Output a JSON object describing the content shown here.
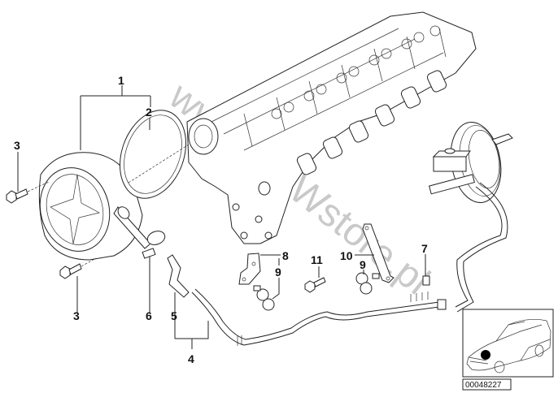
{
  "diagram": {
    "title": "Vacuum pump / vacuum line parts diagram",
    "watermark": "www.BMWstore.pl",
    "diagram_number": "00048227",
    "callouts": [
      {
        "id": "1",
        "label": "1",
        "part": "vacuum pump"
      },
      {
        "id": "2",
        "label": "2",
        "part": "O-ring"
      },
      {
        "id": "3a",
        "label": "3",
        "part": "bolt (upper)"
      },
      {
        "id": "3b",
        "label": "3",
        "part": "bolt (lower)"
      },
      {
        "id": "4",
        "label": "4",
        "part": "vacuum line assembly"
      },
      {
        "id": "5",
        "label": "5",
        "part": "hose elbow"
      },
      {
        "id": "6",
        "label": "6",
        "part": "hose clamp"
      },
      {
        "id": "7",
        "label": "7",
        "part": "cap"
      },
      {
        "id": "8",
        "label": "8",
        "part": "bracket"
      },
      {
        "id": "9a",
        "label": "9",
        "part": "hose clip"
      },
      {
        "id": "9b",
        "label": "9",
        "part": "hose clip"
      },
      {
        "id": "10",
        "label": "10",
        "part": "bracket"
      },
      {
        "id": "11",
        "label": "11",
        "part": "bolt"
      }
    ],
    "inset": {
      "description": "car locator view",
      "marker": "front-left engine bay dot"
    }
  }
}
